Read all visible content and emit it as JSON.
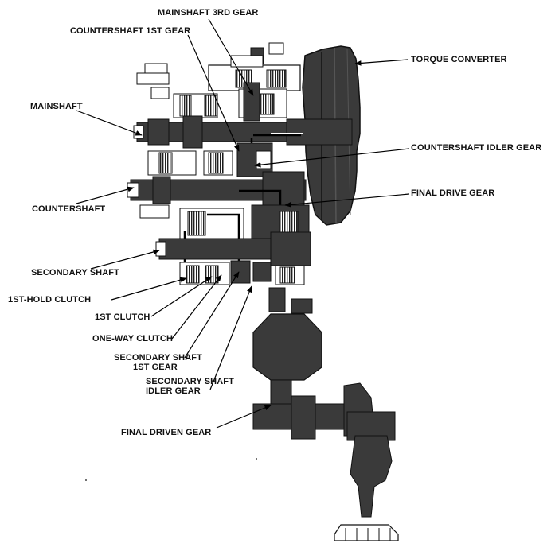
{
  "figure": {
    "labels": {
      "mainshaft_3rd_gear": "MAINSHAFT 3RD GEAR",
      "countershaft_1st_gear": "COUNTERSHAFT 1ST GEAR",
      "torque_converter": "TORQUE CONVERTER",
      "mainshaft": "MAINSHAFT",
      "countershaft_idler_gear": "COUNTERSHAFT IDLER GEAR",
      "final_drive_gear": "FINAL DRIVE GEAR",
      "countershaft": "COUNTERSHAFT",
      "secondary_shaft": "SECONDARY SHAFT",
      "first_hold_clutch": "1ST-HOLD CLUTCH",
      "first_clutch": "1ST CLUTCH",
      "one_way_clutch": "ONE-WAY CLUTCH",
      "secondary_shaft_1st_gear_line1": "SECONDARY SHAFT",
      "secondary_shaft_1st_gear_line2": "1ST GEAR",
      "secondary_shaft_idler_gear_line1": "SECONDARY SHAFT",
      "secondary_shaft_idler_gear_line2": "IDLER GEAR",
      "final_driven_gear": "FINAL DRIVEN GEAR"
    },
    "colors": {
      "metal": "#3a3a3a",
      "metal_dark": "#1c1c1c",
      "metal_light": "#9a9a9a",
      "outline": "#111111",
      "paper": "#ffffff",
      "power_flow": "#000000"
    }
  }
}
